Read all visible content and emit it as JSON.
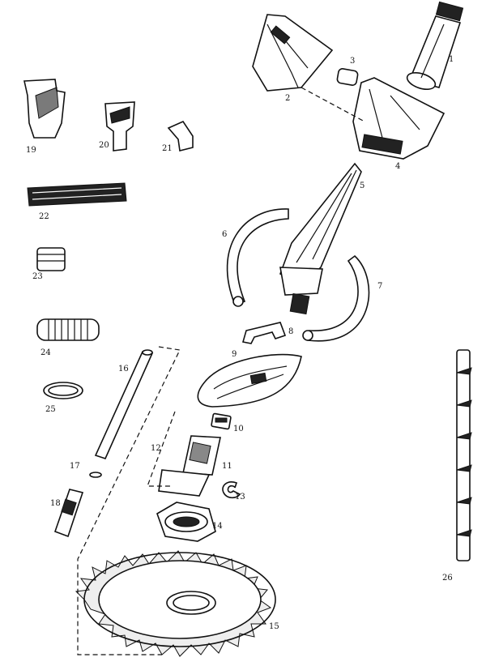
{
  "diagram": {
    "labels": [
      "1",
      "2",
      "3",
      "4",
      "5",
      "6",
      "7",
      "8",
      "9",
      "10",
      "11",
      "12",
      "13",
      "14",
      "15",
      "16",
      "17",
      "18",
      "19",
      "20",
      "21",
      "22",
      "23",
      "24",
      "25",
      "26"
    ]
  },
  "colors": {
    "ink": "#111111",
    "paper": "#ffffff",
    "shade": "#888888"
  }
}
